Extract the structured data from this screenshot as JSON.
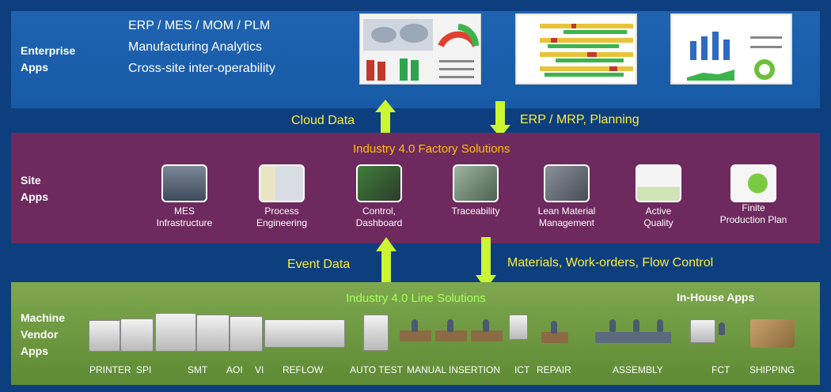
{
  "enterprise": {
    "label_line1": "Enterprise",
    "label_line2": "Apps",
    "lines": [
      "ERP / MES / MOM / PLM",
      "Manufacturing Analytics",
      "Cross-site inter-operability"
    ],
    "screenshots": [
      "dashboard-screenshot",
      "spreadsheet-screenshot",
      "bar-chart-screenshot"
    ]
  },
  "flows": {
    "cloud": "Cloud Data",
    "erp": "ERP / MRP, Planning",
    "event": "Event Data",
    "materials": "Materials, Work-orders, Flow Control"
  },
  "site": {
    "label_line1": "Site",
    "label_line2": "Apps",
    "title": "Industry 4.0 Factory Solutions",
    "items": [
      {
        "line1": "MES",
        "line2": "Infrastructure"
      },
      {
        "line1": "Process",
        "line2": "Engineering"
      },
      {
        "line1": "Control,",
        "line2": "Dashboard"
      },
      {
        "line1": "Traceability",
        "line2": ""
      },
      {
        "line1": "Lean Material",
        "line2": "Management"
      },
      {
        "line1": "Active",
        "line2": "Quality"
      },
      {
        "line1": "Finite",
        "line2": "Production Plan"
      }
    ]
  },
  "machine": {
    "label_line1": "Machine",
    "label_line2": "Vendor",
    "label_line3": "Apps",
    "title": "Industry 4.0 Line Solutions",
    "inhouse": "In-House Apps",
    "labels": [
      "PRINTER",
      "SPI",
      "SMT",
      "AOI",
      "VI",
      "REFLOW",
      "AUTO TEST",
      "MANUAL INSERTION",
      "ICT",
      "REPAIR",
      "ASSEMBLY",
      "FCT",
      "SHIPPING"
    ]
  },
  "colors": {
    "enterprise_band": "#1f63b1",
    "site_band": "#6e2a5e",
    "machine_band": "#6c9a40",
    "arrow": "#ccf533",
    "flow_text": "#ffee33",
    "site_title": "#ffc000",
    "machine_title": "#a8ff5a",
    "background": "#0d3f7f"
  }
}
